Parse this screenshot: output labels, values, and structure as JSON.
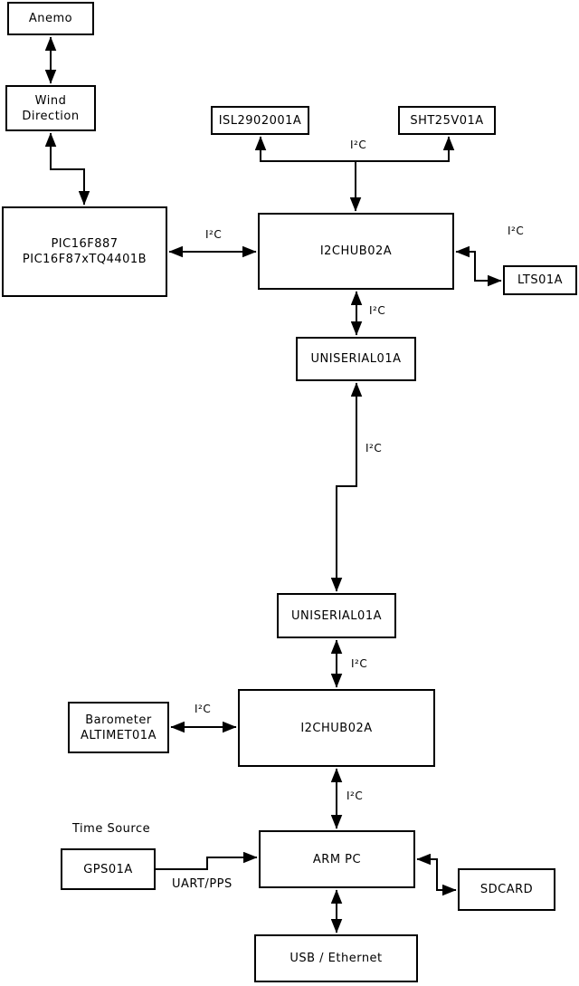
{
  "diagram_type": "block-diagram",
  "colors": {
    "background": "#ffffff",
    "line": "#000000",
    "box_fill": "#ffffff",
    "box_border": "#000000",
    "text": "#000000"
  },
  "boxes": {
    "anemo": "Anemo",
    "wind_direction": "Wind\nDirection",
    "pic": "PIC16F887\nPIC16F87xTQ4401B",
    "isl": "ISL2902001A",
    "sht": "SHT25V01A",
    "hub1": "I2CHUB02A",
    "lts": "LTS01A",
    "uniserial1": "UNISERIAL01A",
    "uniserial2": "UNISERIAL01A",
    "barometer": "Barometer\nALTIMET01A",
    "hub2": "I2CHUB02A",
    "gps": "GPS01A",
    "arm": "ARM PC",
    "sdcard": "SDCARD",
    "usb": "USB / Ethernet"
  },
  "labels": {
    "i2c": "I²C",
    "uart_pps": "UART/PPS",
    "time_source": "Time Source"
  }
}
